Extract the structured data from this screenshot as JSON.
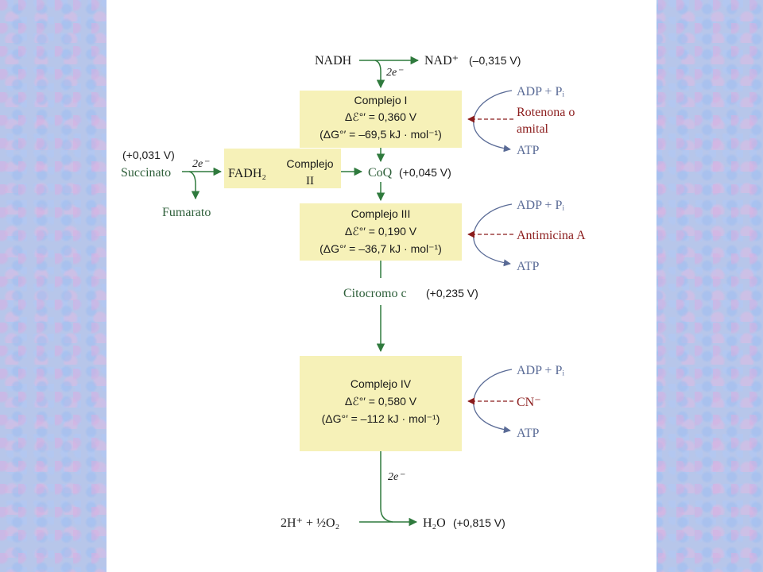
{
  "colors": {
    "box": "#f6f1b8",
    "arrow": "#2f7a3d",
    "curve": "#5a6b96",
    "inhibitor": "#8b1c1c",
    "text": "#1a1a1a",
    "substrate": "#2e5f3a"
  },
  "top": {
    "nadh": "NADH",
    "nad": "NAD⁺",
    "nad_potential": "(–0,315 V)",
    "electrons": "2e⁻"
  },
  "complex1": {
    "name": "Complejo I",
    "potential": "Δℰ°′ = 0,360 V",
    "energy": "(ΔG°′ = –69,5 kJ · mol⁻¹)",
    "adp": "ADP + Pᵢ",
    "inhibitor_line1": "Rotenona o",
    "inhibitor_line2": "amital",
    "atp": "ATP"
  },
  "complex2": {
    "succ_potential": "(+0,031 V)",
    "succinate": "Succinato",
    "electrons": "2e⁻",
    "fadh2": "FADH₂",
    "name_line1": "Complejo",
    "name_line2": "II",
    "fumarate": "Fumarato",
    "coq": "CoQ",
    "coq_potential": "(+0,045 V)"
  },
  "complex3": {
    "name": "Complejo III",
    "potential": "Δℰ°′ = 0,190 V",
    "energy": "(ΔG°′ = –36,7 kJ · mol⁻¹)",
    "adp": "ADP + Pᵢ",
    "inhibitor": "Antimicina A",
    "atp": "ATP"
  },
  "cytochrome": {
    "name": "Citocromo c",
    "potential": "(+0,235 V)"
  },
  "complex4": {
    "name": "Complejo IV",
    "potential": "Δℰ°′ = 0,580 V",
    "energy": "(ΔG°′ = –112 kJ · mol⁻¹)",
    "adp": "ADP + Pᵢ",
    "inhibitor": "CN⁻",
    "atp": "ATP"
  },
  "bottom": {
    "electrons": "2e⁻",
    "oxygen": "2H⁺ + ½O₂",
    "water": "H₂O",
    "water_potential": "(+0,815 V)"
  }
}
